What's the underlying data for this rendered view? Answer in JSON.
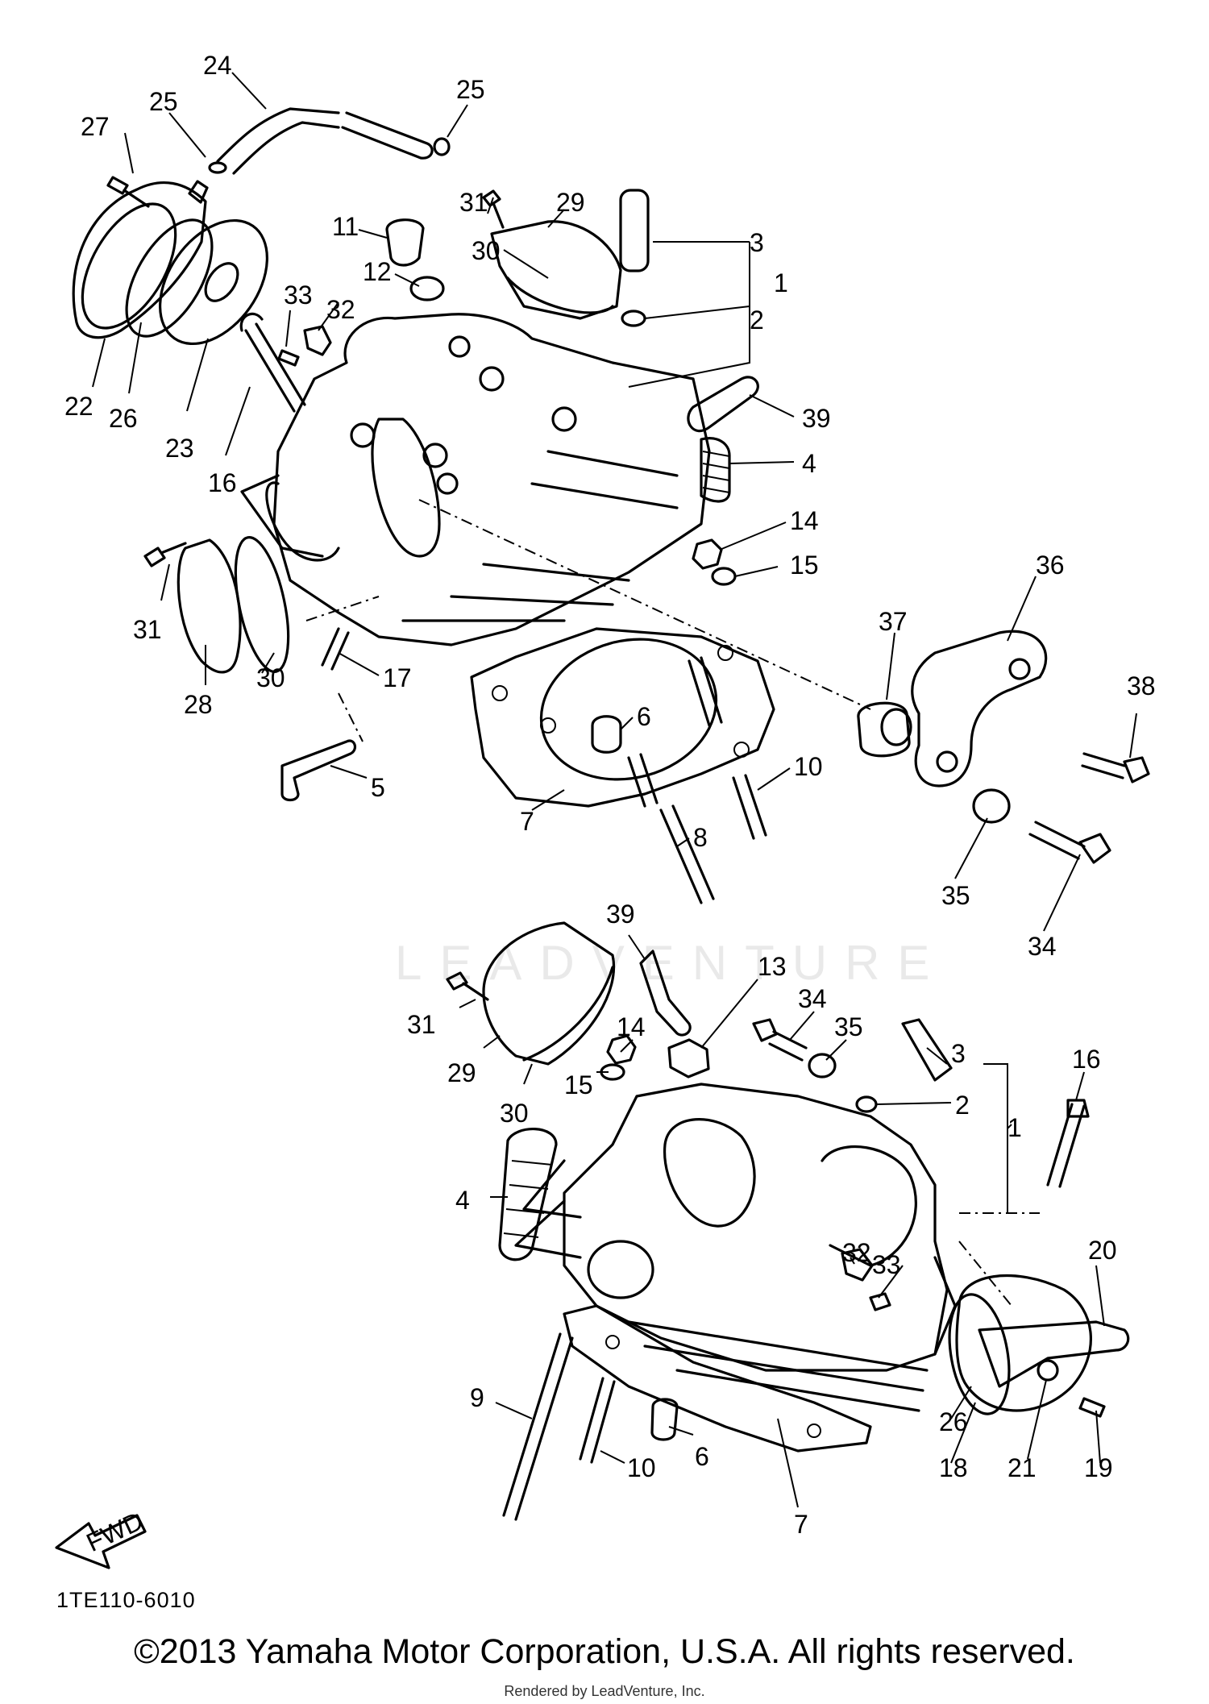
{
  "diagram": {
    "code": "1TE110-6010",
    "fwd_label": "FWD",
    "watermark": "LEADVENTURE"
  },
  "footer": {
    "copyright": "©2013 Yamaha Motor Corporation, U.S.A. All rights reserved.",
    "rendered_by": "Rendered by LeadVenture, Inc."
  },
  "callouts": {
    "upper": {
      "c24": "24",
      "c25a": "25",
      "c25b": "25",
      "c27": "27",
      "c31a": "31",
      "c29": "29",
      "c3": "3",
      "c11": "11",
      "c30a": "30",
      "c12": "12",
      "c1": "1",
      "c2": "2",
      "c33": "33",
      "c32": "32",
      "c22": "22",
      "c26": "26",
      "c23": "23",
      "c16": "16",
      "c39": "39",
      "c4": "4",
      "c14": "14",
      "c15": "15",
      "c36": "36",
      "c37": "37",
      "c31b": "31",
      "c30b": "30",
      "c28": "28",
      "c17": "17",
      "c6": "6",
      "c38": "38",
      "c10": "10",
      "c5": "5",
      "c7": "7",
      "c8": "8",
      "c35": "35",
      "c34": "34"
    },
    "lower": {
      "c39": "39",
      "c13": "13",
      "c34": "34",
      "c35": "35",
      "c3": "3",
      "c16": "16",
      "c31": "31",
      "c14": "14",
      "c29": "29",
      "c15": "15",
      "c2": "2",
      "c1": "1",
      "c30": "30",
      "c4": "4",
      "c20": "20",
      "c32": "32",
      "c33": "33",
      "c9": "9",
      "c26": "26",
      "c6": "6",
      "c10": "10",
      "c18": "18",
      "c21": "21",
      "c19": "19",
      "c7": "7"
    }
  }
}
